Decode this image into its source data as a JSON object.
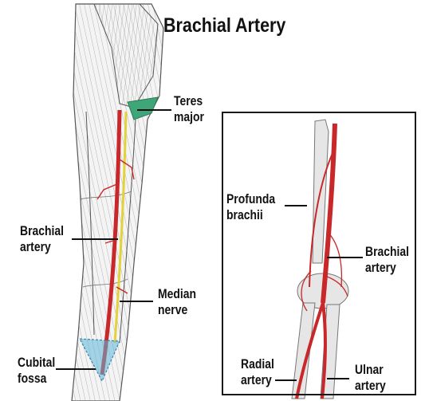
{
  "title": "Brachial Artery",
  "left_figure": {
    "labels": {
      "teres_major": [
        "Teres",
        "major"
      ],
      "brachial_artery": [
        "Brachial",
        "artery"
      ],
      "median_nerve": [
        "Median",
        "nerve"
      ],
      "cubital_fossa": [
        "Cubital",
        "fossa"
      ]
    }
  },
  "inset_figure": {
    "labels": {
      "profunda_brachii": [
        "Profunda",
        "brachii"
      ],
      "brachial_artery": [
        "Brachial",
        "artery"
      ],
      "radial_artery": [
        "Radial",
        "artery"
      ],
      "ulnar_artery": [
        "Ulnar",
        "artery"
      ]
    }
  },
  "colors": {
    "artery": "#c8282a",
    "nerve": "#e4d23a",
    "teres_major": "#3fa67a",
    "cubital_fossa": "#5fb6d8",
    "muscle_line": "#6a6a6a",
    "bone": "#d9d9d9"
  }
}
